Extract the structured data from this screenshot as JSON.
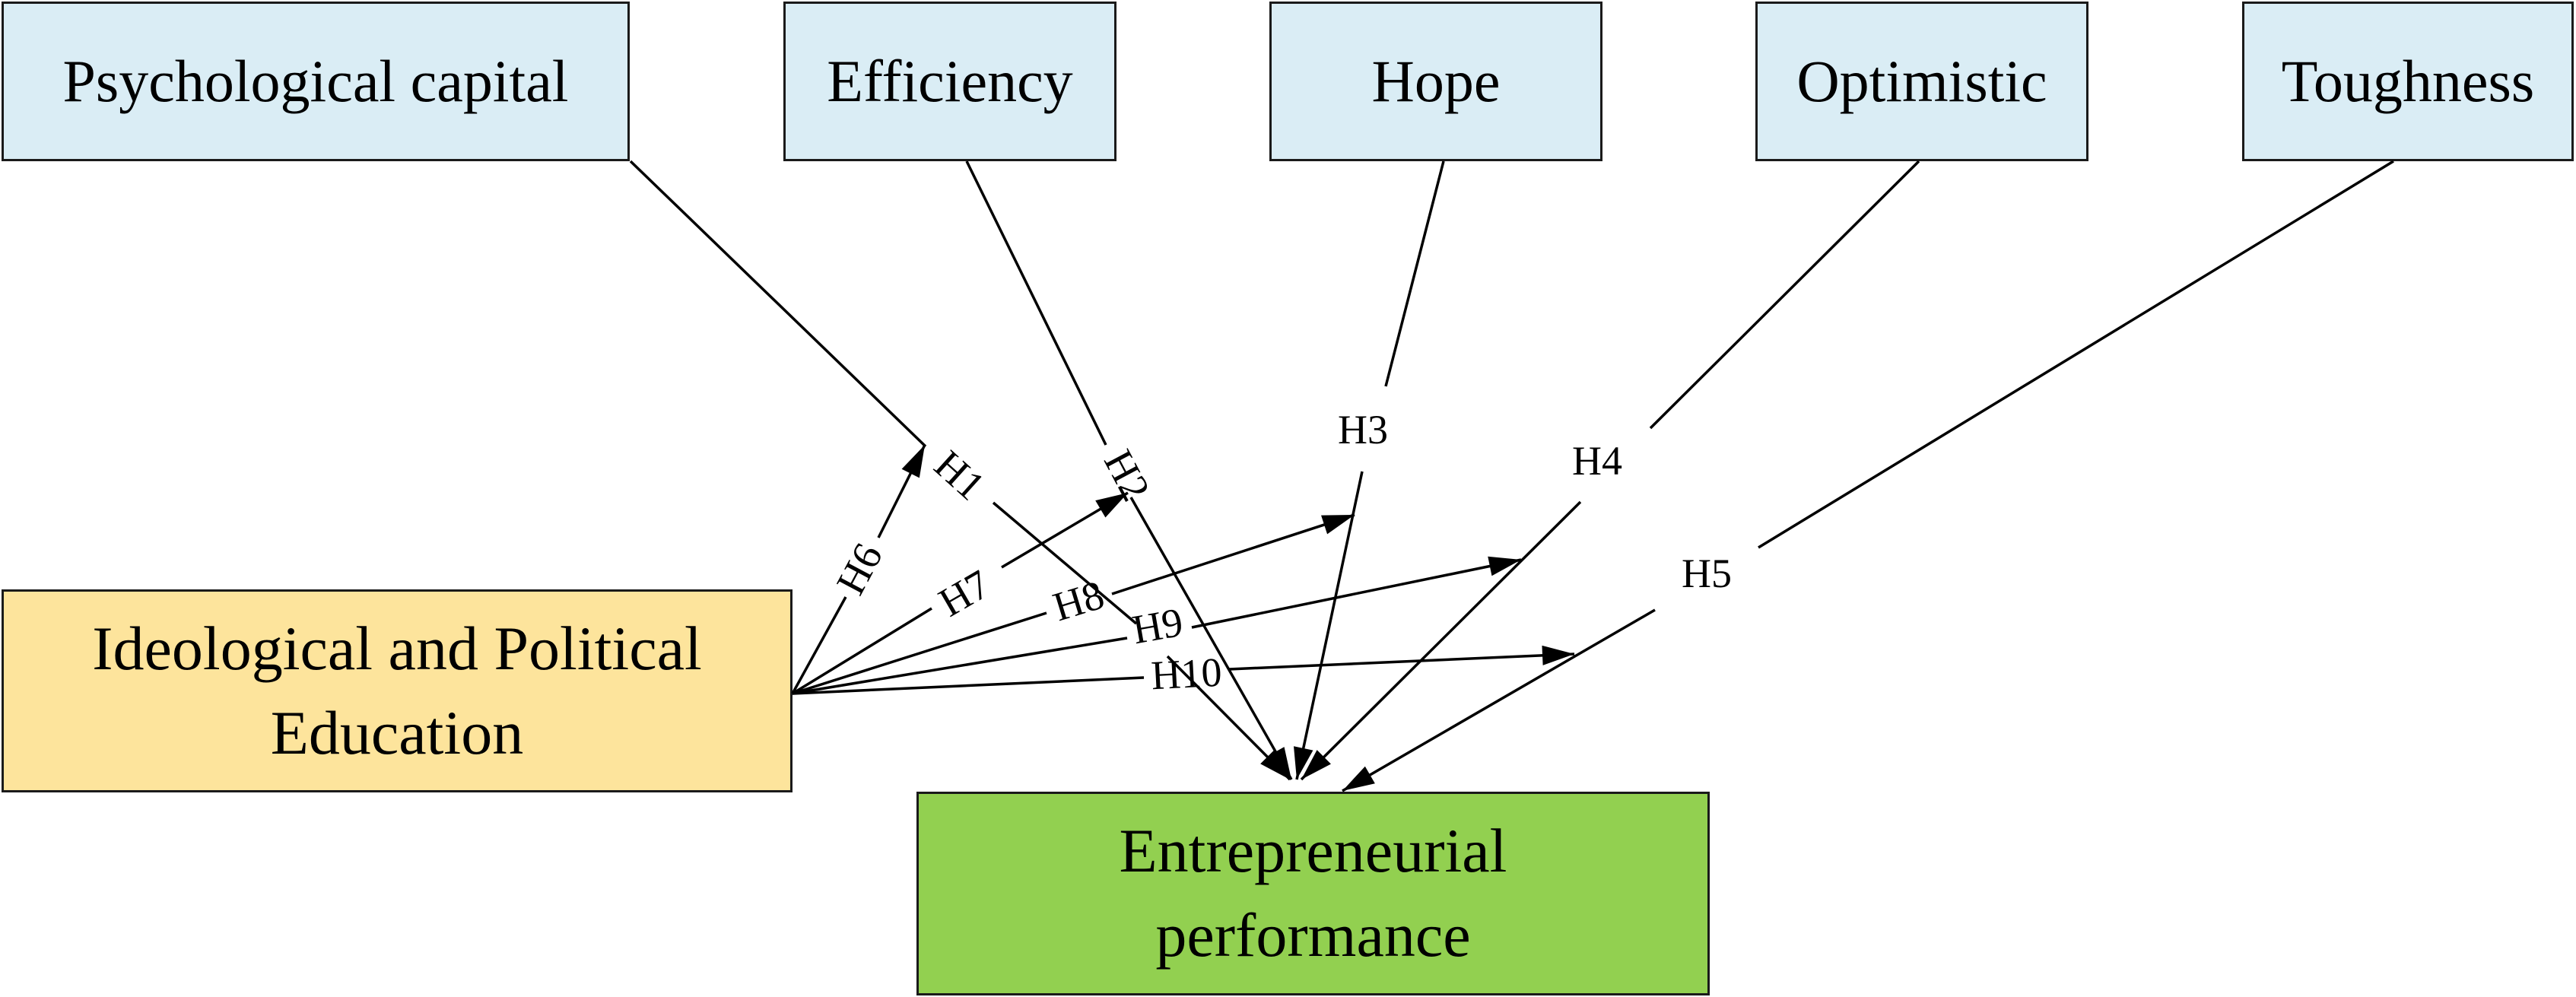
{
  "nodes": {
    "psychological_capital": {
      "label": "Psychological capital",
      "color": "#daedf5"
    },
    "efficiency": {
      "label": "Efficiency",
      "color": "#daedf5"
    },
    "hope": {
      "label": "Hope",
      "color": "#daedf5"
    },
    "optimistic": {
      "label": "Optimistic",
      "color": "#daedf5"
    },
    "toughness": {
      "label": "Toughness",
      "color": "#daedf5"
    },
    "ideological_political_education": {
      "label": "Ideological and Political Education",
      "color": "#fde49c"
    },
    "entrepreneurial_performance": {
      "label": "Entrepreneurial performance",
      "color": "#92d050"
    }
  },
  "edges": [
    {
      "id": "H1",
      "label": "H1",
      "from": "psychological_capital",
      "to": "entrepreneurial_performance"
    },
    {
      "id": "H2",
      "label": "H2",
      "from": "efficiency",
      "to": "entrepreneurial_performance"
    },
    {
      "id": "H3",
      "label": "H3",
      "from": "hope",
      "to": "entrepreneurial_performance"
    },
    {
      "id": "H4",
      "label": "H4",
      "from": "optimistic",
      "to": "entrepreneurial_performance"
    },
    {
      "id": "H5",
      "label": "H5",
      "from": "toughness",
      "to": "entrepreneurial_performance"
    },
    {
      "id": "H6",
      "label": "H6",
      "from": "ideological_political_education",
      "to": "H1 path"
    },
    {
      "id": "H7",
      "label": "H7",
      "from": "ideological_political_education",
      "to": "H2 path"
    },
    {
      "id": "H8",
      "label": "H8",
      "from": "ideological_political_education",
      "to": "H3 path"
    },
    {
      "id": "H9",
      "label": "H9",
      "from": "ideological_political_education",
      "to": "H4 path"
    },
    {
      "id": "H10",
      "label": "H10",
      "from": "ideological_political_education",
      "to": "H5 path"
    }
  ]
}
